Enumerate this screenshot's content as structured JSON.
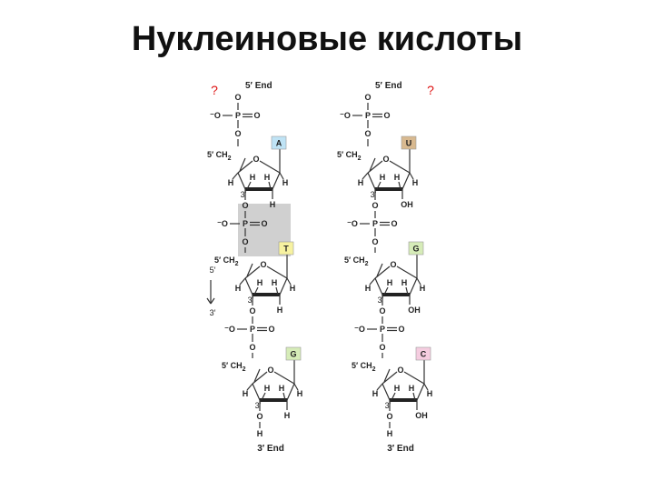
{
  "title": "Нуклеиновые кислоты",
  "question_marks": [
    "?",
    "?"
  ],
  "direction": {
    "top": "5′",
    "bottom": "3′"
  },
  "colors": {
    "A": "#bfe3f5",
    "T": "#f7f2a0",
    "G": "#d6ecb8",
    "U": "#d8b990",
    "C": "#f5cde0",
    "highlight": "#d0d0d0"
  },
  "dna": {
    "end5": "5′ End",
    "end3": "3′ End",
    "nucleotides": [
      {
        "base": "A",
        "two_prime": "H"
      },
      {
        "base": "T",
        "two_prime": "H"
      },
      {
        "base": "G",
        "two_prime": "H"
      }
    ]
  },
  "rna": {
    "end5": "5′ End",
    "end3": "3′ End",
    "nucleotides": [
      {
        "base": "U",
        "two_prime": "OH"
      },
      {
        "base": "G",
        "two_prime": "OH"
      },
      {
        "base": "C",
        "two_prime": "OH"
      }
    ]
  },
  "labels": {
    "P": "P",
    "O": "O",
    "H": "H",
    "OH": "OH",
    "five_ch2": "5′ CH",
    "sub2": "2",
    "three_prime": "3′",
    "minus_o": "⁻O",
    "double_o": "O"
  }
}
